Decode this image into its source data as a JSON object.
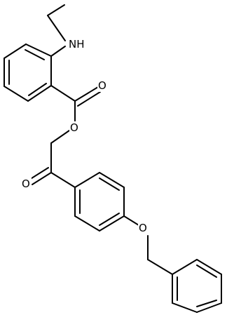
{
  "molecule": {
    "atoms": {
      "nh": "NH",
      "ester_carbonyl_o": "O",
      "ester_o": "O",
      "ketone_o": "O",
      "ether_o": "O"
    }
  }
}
